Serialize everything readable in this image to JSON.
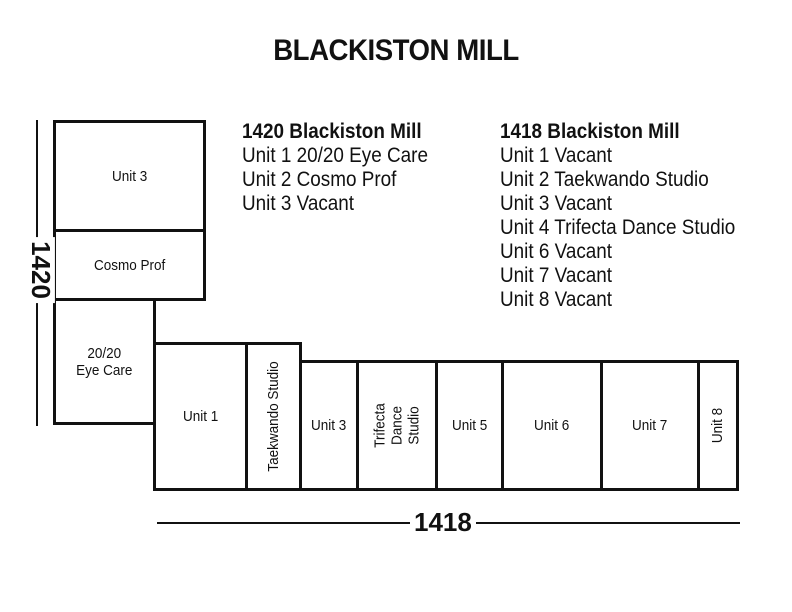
{
  "title": "BLACKISTON MILL",
  "legend_1420": {
    "heading": "1420 Blackiston Mill",
    "lines": [
      "Unit 1 20/20 Eye Care",
      "Unit 2 Cosmo Prof",
      "Unit 3 Vacant"
    ]
  },
  "legend_1418": {
    "heading": "1418 Blackiston Mill",
    "lines": [
      "Unit 1 Vacant",
      "Unit 2 Taekwando Studio",
      "Unit 3 Vacant",
      "Unit 4 Trifecta Dance Studio",
      "Unit 6 Vacant",
      "Unit 7 Vacant",
      "Unit 8 Vacant"
    ]
  },
  "units_1420": {
    "unit3": "Unit 3",
    "cosmo": "Cosmo Prof",
    "eyecare": "20/20\nEye Care"
  },
  "units_1418": {
    "unit1": "Unit 1",
    "taekwondo": "Taekwando Studio",
    "unit3": "Unit 3",
    "trifecta": "Trifecta Dance\nStudio",
    "unit5": "Unit 5",
    "unit6": "Unit 6",
    "unit7": "Unit 7",
    "unit8": "Unit 8"
  },
  "dimensions": {
    "left": "1420",
    "bottom": "1418"
  }
}
